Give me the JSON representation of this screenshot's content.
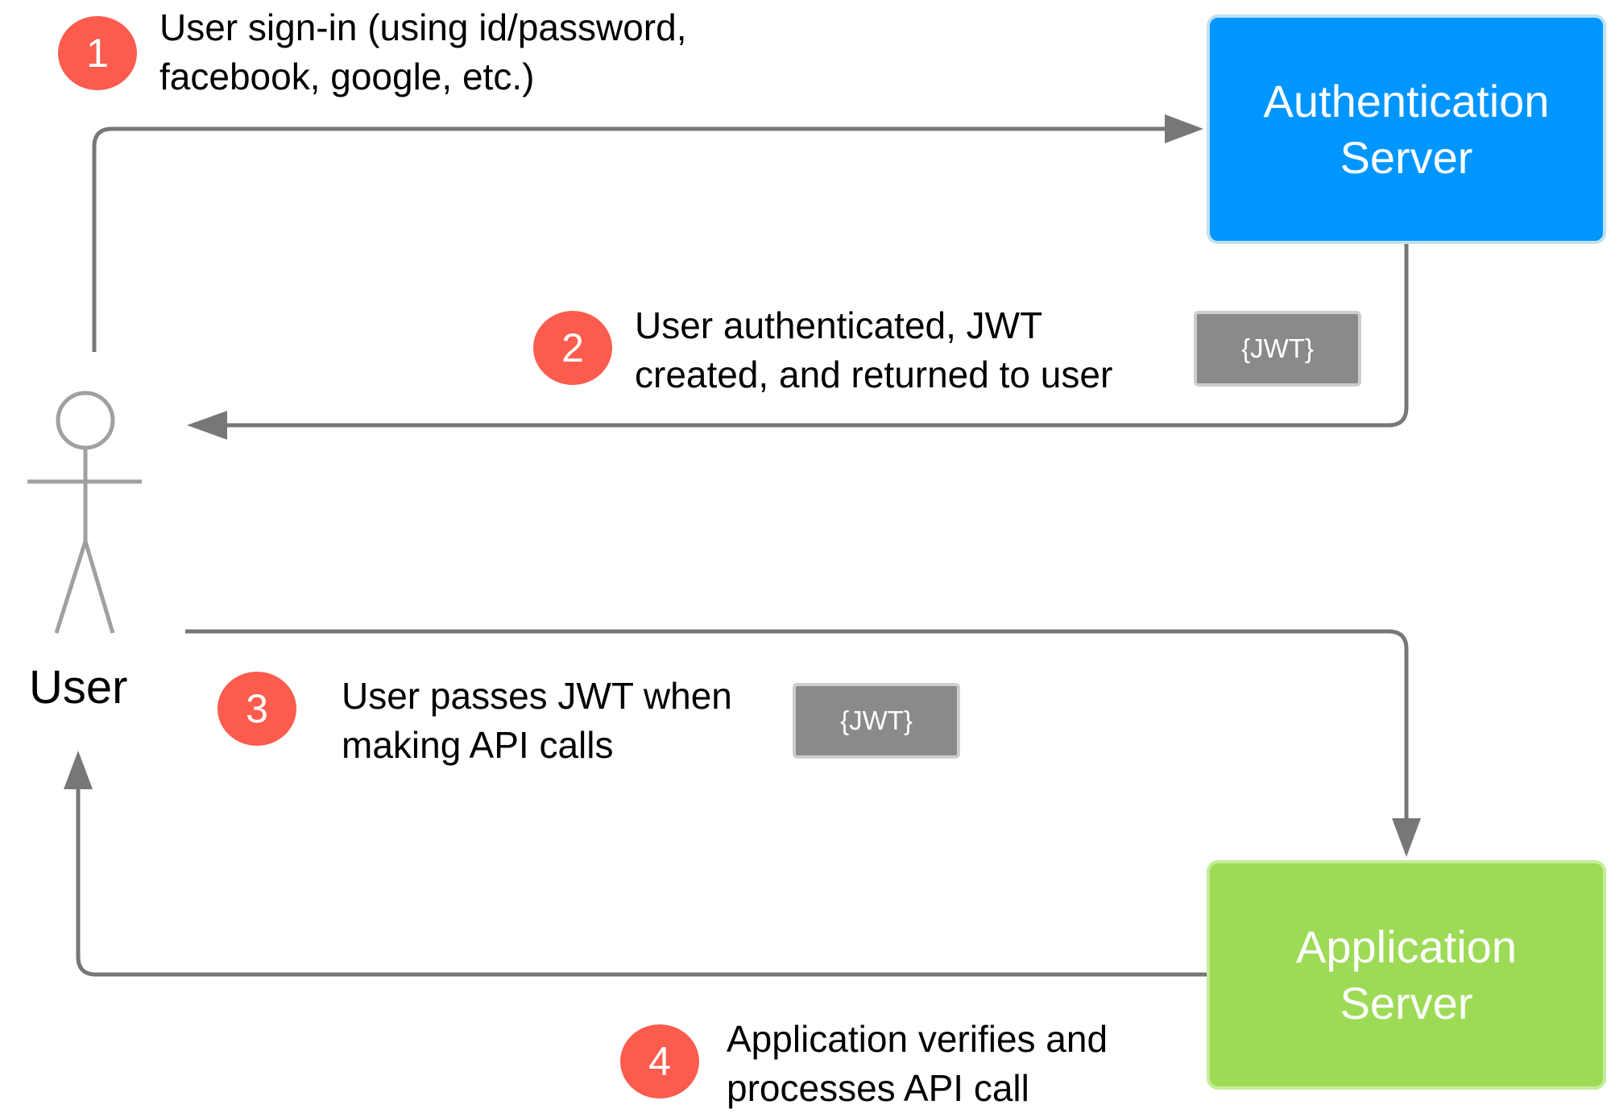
{
  "actor": {
    "label": "User"
  },
  "servers": {
    "auth": {
      "label": "Authentication\nServer",
      "color": "#0096ff"
    },
    "app": {
      "label": "Application\nServer",
      "color": "#9ddb56"
    }
  },
  "steps": [
    {
      "number": "1",
      "text": "User sign-in (using id/password,\nfacebook, google, etc.)"
    },
    {
      "number": "2",
      "text": "User authenticated, JWT\ncreated, and returned to user"
    },
    {
      "number": "3",
      "text": "User passes JWT when\nmaking API calls"
    },
    {
      "number": "4",
      "text": "Application verifies and\nprocesses API call"
    }
  ],
  "tokens": {
    "jwt_label": "{JWT}"
  },
  "colors": {
    "badge": "#fb5c4e",
    "arrow": "#777777",
    "token": "#8a8a8a"
  }
}
